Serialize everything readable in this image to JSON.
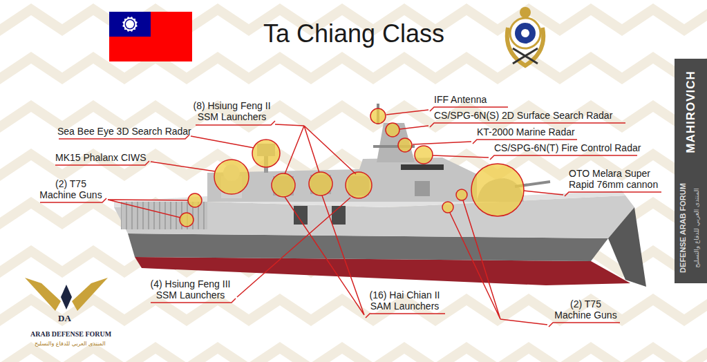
{
  "diagram": {
    "title": "Ta Chiang Class",
    "labels": [
      "(8) Hsiung Feng II SSM Launchers",
      "IFF Antenna",
      "CS/SPG-6N(S) 2D Surface Search Radar",
      "Sea Bee Eye 3D Search Radar",
      "KT-2000 Marine Radar",
      "MK15 Phalanx CIWS",
      "CS/SPG-6N(T) Fire Control Radar",
      "OTO Melara Super Rapid 76mm cannon",
      "(2) T75 Machine Guns",
      "MAHIROVICH",
      "DEFENSE ARAB FORUM",
      "المنتدى العربي للدفاع والتسليح",
      "(4) Hsiung Feng III SSM Launchers",
      "(16) Hai Chian II SAM Launchers",
      "(2) T75 Machine Guns",
      "DA",
      "ARAB DEFENSE FORUM",
      "المنتدى العربي للدفاع والتسليح"
    ]
  }
}
